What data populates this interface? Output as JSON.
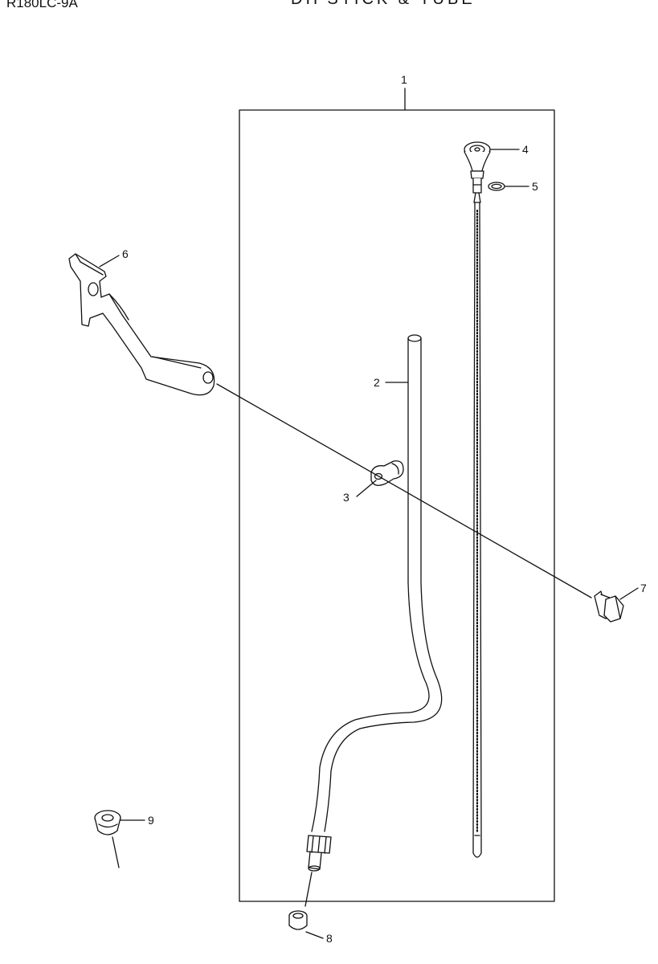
{
  "header": {
    "model": "R180LC-9A",
    "title": "DIPSTICK & TUBE"
  },
  "callouts": [
    "1",
    "2",
    "3",
    "4",
    "5",
    "6",
    "7",
    "8",
    "9"
  ],
  "colors": {
    "line": "#111111",
    "part_fill": "#ffffff",
    "shade": "#cfcfcf"
  }
}
